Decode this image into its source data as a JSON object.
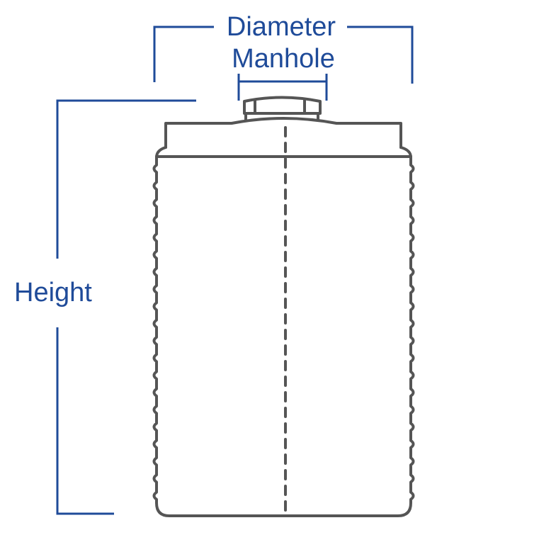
{
  "labels": {
    "diameter": "Diameter",
    "manhole": "Manhole",
    "height": "Height"
  },
  "colors": {
    "dimension": "#1f4b99",
    "outline": "#555555"
  }
}
